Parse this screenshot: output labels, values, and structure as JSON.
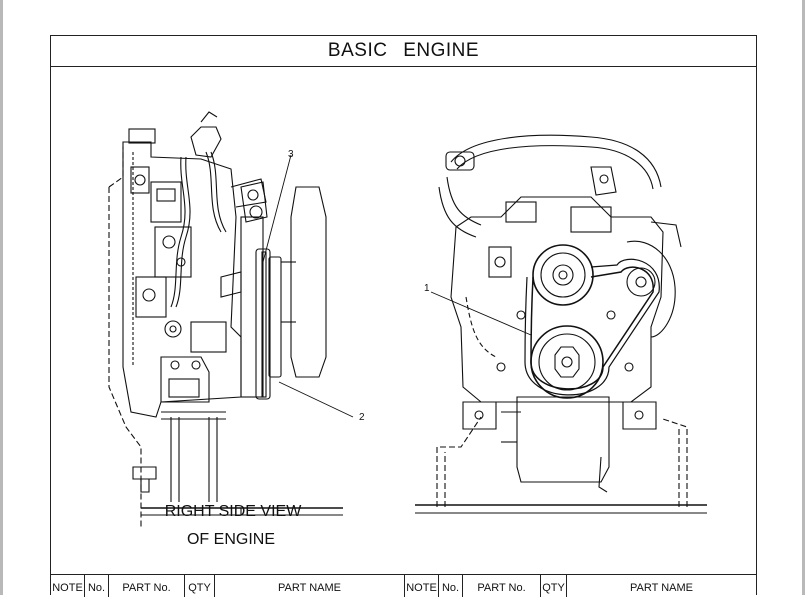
{
  "page": {
    "title": "BASIC   ENGINE",
    "caption_line1": "RIGHT SIDE VIEW",
    "caption_line2": "OF ENGINE"
  },
  "callouts": {
    "c1": "1",
    "c2": "2",
    "c3": "3"
  },
  "parts_table": {
    "columns": [
      "NOTE",
      "No.",
      "PART No.",
      "QTY",
      "PART NAME",
      "NOTE",
      "No.",
      "PART No.",
      "QTY",
      "PART NAME"
    ]
  },
  "colors": {
    "line": "#111111",
    "frame": "#222222"
  },
  "icons": [
    "engine-side-view-drawing",
    "engine-front-view-drawing"
  ]
}
